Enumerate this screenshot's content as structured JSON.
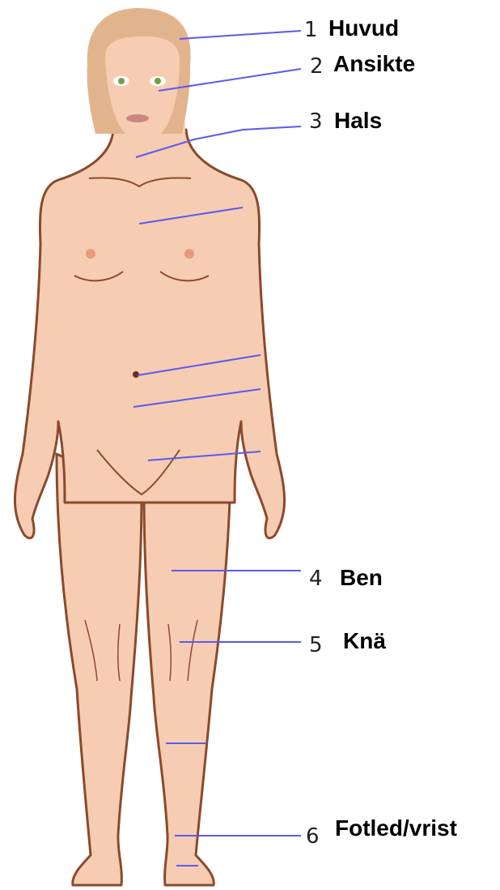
{
  "labels": [
    {
      "num": "1",
      "word": "Huvud"
    },
    {
      "num": "2",
      "word": "Ansikte"
    },
    {
      "num": "3",
      "word": "Hals"
    },
    {
      "num": "4",
      "word": "Ben"
    },
    {
      "num": "5",
      "word": "Knä"
    },
    {
      "num": "6",
      "word": "Fotled/vrist"
    }
  ],
  "colors": {
    "skin": "#f6cdb2",
    "outline": "#8a4a2c",
    "hair": "#e2b48d",
    "leader_line": "#5a5af0",
    "iris": "#6fa14a",
    "lips": "#c9877f"
  }
}
